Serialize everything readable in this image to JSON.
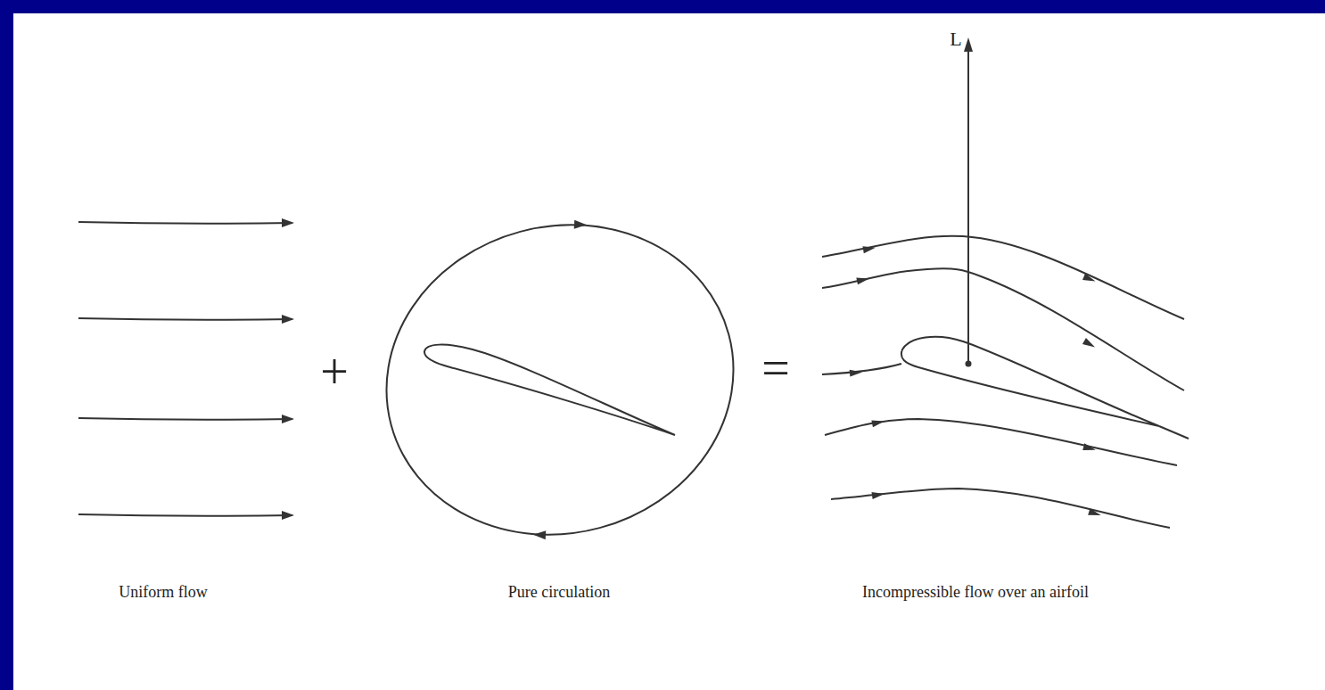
{
  "diagram": {
    "labels": [
      "L",
      "+",
      "=",
      "Uniform flow",
      "Pure circulation",
      "Incompressible flow over an airfoil"
    ]
  }
}
